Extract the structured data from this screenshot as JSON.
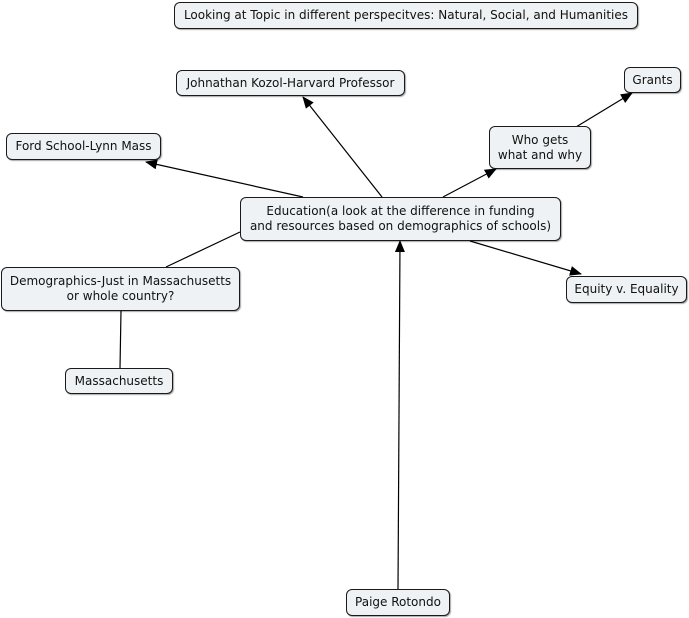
{
  "nodes": {
    "title": "Looking at Topic in different perspecitves: Natural, Social, and Humanities",
    "kozol": "Johnathan Kozol-Harvard Professor",
    "grants": "Grants",
    "who_gets": "Who gets\nwhat and why",
    "ford": "Ford School-Lynn Mass",
    "education": "Education(a look at the difference in funding\nand resources based on demographics of schools)",
    "demographics": "Demographics-Just in Massachusetts\nor whole country?",
    "equity": "Equity v. Equality",
    "massachusetts": "Massachusetts",
    "author": "Paige Rotondo"
  },
  "colors": {
    "node_fill": "#eef2f4",
    "node_border": "#1a1a1a",
    "connector": "#000000"
  }
}
